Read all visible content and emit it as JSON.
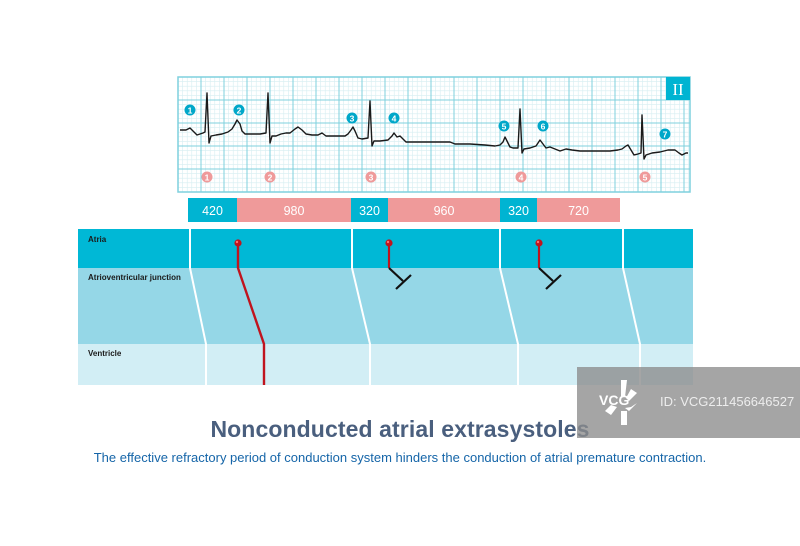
{
  "ecg": {
    "lead_label": "II",
    "colors": {
      "grid_major": "#7fd0de",
      "grid_minor": "#d6eef2",
      "trace": "#1a1a1a",
      "lead_bg": "#00b4d2",
      "p_marker": "#00a7c9",
      "r_marker": "#ef9a9a"
    },
    "p_markers": [
      {
        "label": "1"
      },
      {
        "label": "2"
      },
      {
        "label": "3"
      },
      {
        "label": "4"
      },
      {
        "label": "5"
      },
      {
        "label": "6"
      },
      {
        "label": "7"
      }
    ],
    "r_markers": [
      {
        "label": "1"
      },
      {
        "label": "2"
      },
      {
        "label": "3"
      },
      {
        "label": "4"
      },
      {
        "label": "5"
      }
    ]
  },
  "intervals": {
    "colors": {
      "short": "#00b4d2",
      "long": "#ef9a9a"
    },
    "items": [
      {
        "value": "420",
        "kind": "short"
      },
      {
        "value": "980",
        "kind": "long"
      },
      {
        "value": "320",
        "kind": "short"
      },
      {
        "value": "960",
        "kind": "long"
      },
      {
        "value": "320",
        "kind": "short"
      },
      {
        "value": "720",
        "kind": "long"
      }
    ]
  },
  "ladder": {
    "rows": [
      {
        "label": "Atria",
        "color": "#00b8d6"
      },
      {
        "label": "Atrioventricular junction",
        "color": "#95d7e7"
      },
      {
        "label": "Ventricle",
        "color": "#d2eef5"
      }
    ],
    "conduction_color": "#c0141e",
    "block_color": "#111111",
    "impulses": [
      {
        "name": "conducted-impulse",
        "conducted": true
      },
      {
        "name": "blocked-premature-impulse-1",
        "conducted": false
      },
      {
        "name": "blocked-premature-impulse-2",
        "conducted": false
      }
    ]
  },
  "caption": {
    "title": "Nonconducted atrial extrasystoles",
    "subtitle": "The effective refractory period of conduction system hinders the conduction of atrial premature contraction."
  },
  "watermark": {
    "logo": "VCG",
    "id_text": "ID: VCG211456646527"
  }
}
